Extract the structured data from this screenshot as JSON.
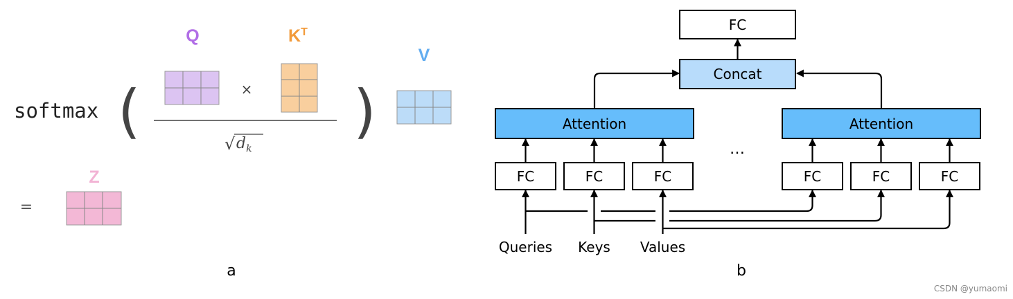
{
  "formula": {
    "softmax_label": "softmax",
    "open_paren": "(",
    "close_paren": ")",
    "q_label": "Q",
    "k_label": "K",
    "k_superscript": "T",
    "v_label": "V",
    "z_label": "Z",
    "times_symbol": "×",
    "equals_symbol": "=",
    "sqrt_symbol": "√",
    "dk_base": "d",
    "dk_sub": "k",
    "caption": "a",
    "colors": {
      "q_fill": "#dcc4f2",
      "q_label": "#b16ee6",
      "k_fill": "#f9cf9e",
      "k_label": "#f29a3a",
      "v_fill": "#bcdcf8",
      "v_label": "#63adf0",
      "z_fill": "#f3b8d6",
      "z_label": "#f2b3d4"
    }
  },
  "network": {
    "fc_top_label": "FC",
    "concat_label": "Concat",
    "attention_labels": [
      "Attention",
      "Attention"
    ],
    "fc_labels": [
      "FC",
      "FC",
      "FC",
      "FC",
      "FC",
      "FC"
    ],
    "ellipsis": "…",
    "inputs": [
      "Queries",
      "Keys",
      "Values"
    ],
    "caption": "b",
    "colors": {
      "attention_fill": "#66bdfb",
      "concat_fill": "#b8dcfb"
    }
  },
  "watermark": "CSDN @yumaomi"
}
